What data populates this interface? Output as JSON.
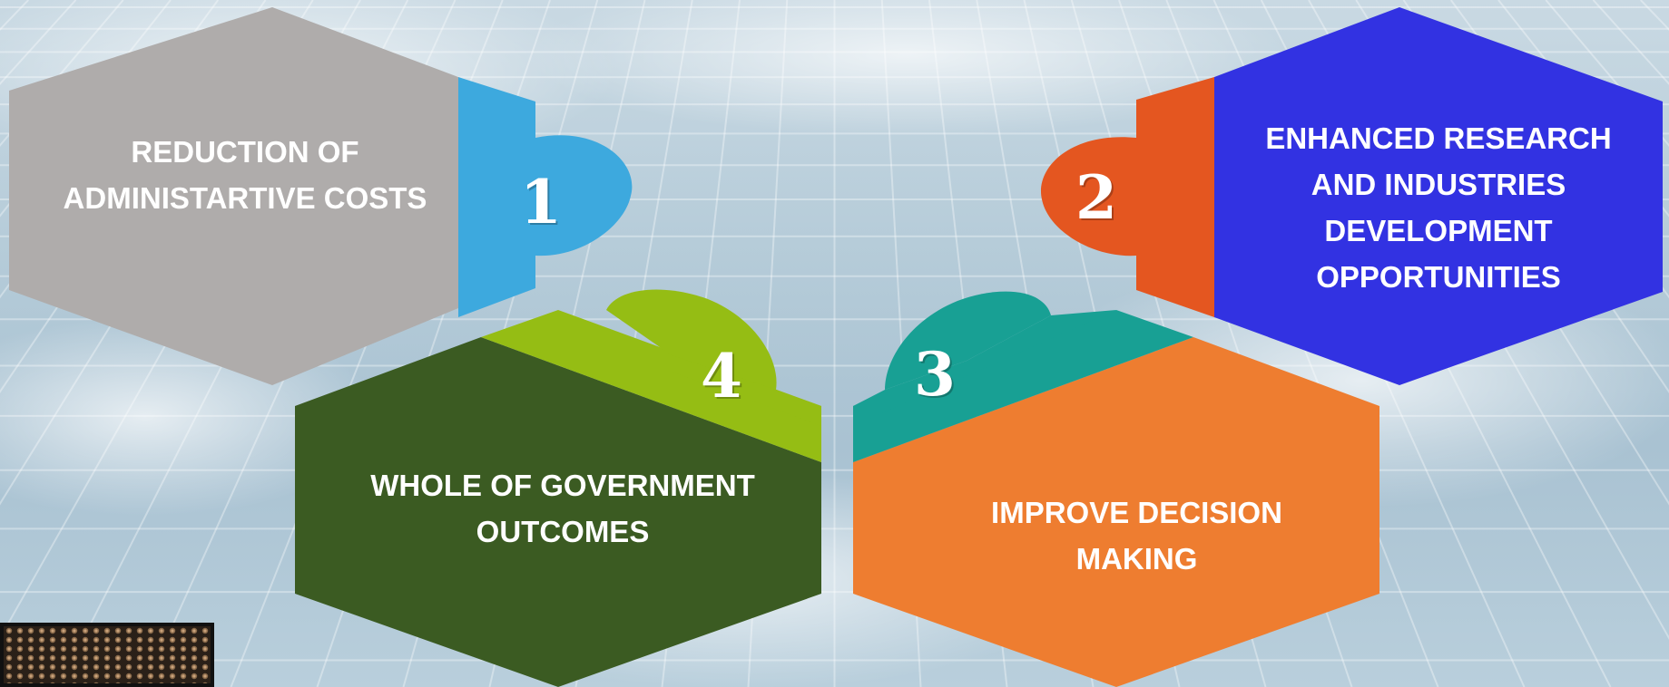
{
  "items": [
    {
      "number": "1",
      "label_lines": [
        "REDUCTION OF",
        "ADMINISTARTIVE COSTS"
      ],
      "color": "#afacab",
      "accent": "#3da9de"
    },
    {
      "number": "2",
      "label_lines": [
        "ENHANCED RESEARCH",
        "AND INDUSTRIES",
        "DEVELOPMENT",
        "OPPORTUNITIES"
      ],
      "color": "#3232e2",
      "accent": "#e45620"
    },
    {
      "number": "3",
      "label_lines": [
        "IMPROVE DECISION",
        "MAKING"
      ],
      "color": "#ee7d30",
      "accent": "#18a094"
    },
    {
      "number": "4",
      "label_lines": [
        "WHOLE OF GOVERNMENT",
        "OUTCOMES"
      ],
      "color": "#3b5b22",
      "accent": "#95bd14"
    }
  ]
}
